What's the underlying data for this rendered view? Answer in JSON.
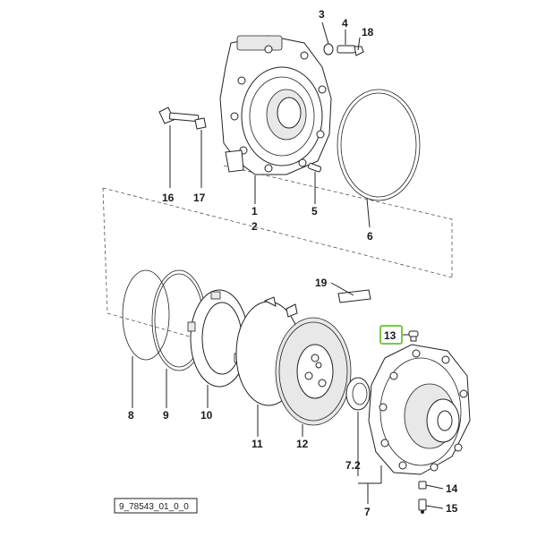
{
  "diagram": {
    "reference_code": "9_78543_01_0_0",
    "highlight_color": "#7ac943",
    "callouts": {
      "c1": "1",
      "c2": "2",
      "c3": "3",
      "c4": "4",
      "c5": "5",
      "c6": "6",
      "c7": "7",
      "c7_2": "7.2",
      "c8": "8",
      "c9": "9",
      "c10": "10",
      "c11": "11",
      "c12": "12",
      "c13": "13",
      "c14": "14",
      "c15": "15",
      "c16": "16",
      "c17": "17",
      "c18": "18",
      "c19": "19"
    },
    "highlighted_callout": "13"
  }
}
